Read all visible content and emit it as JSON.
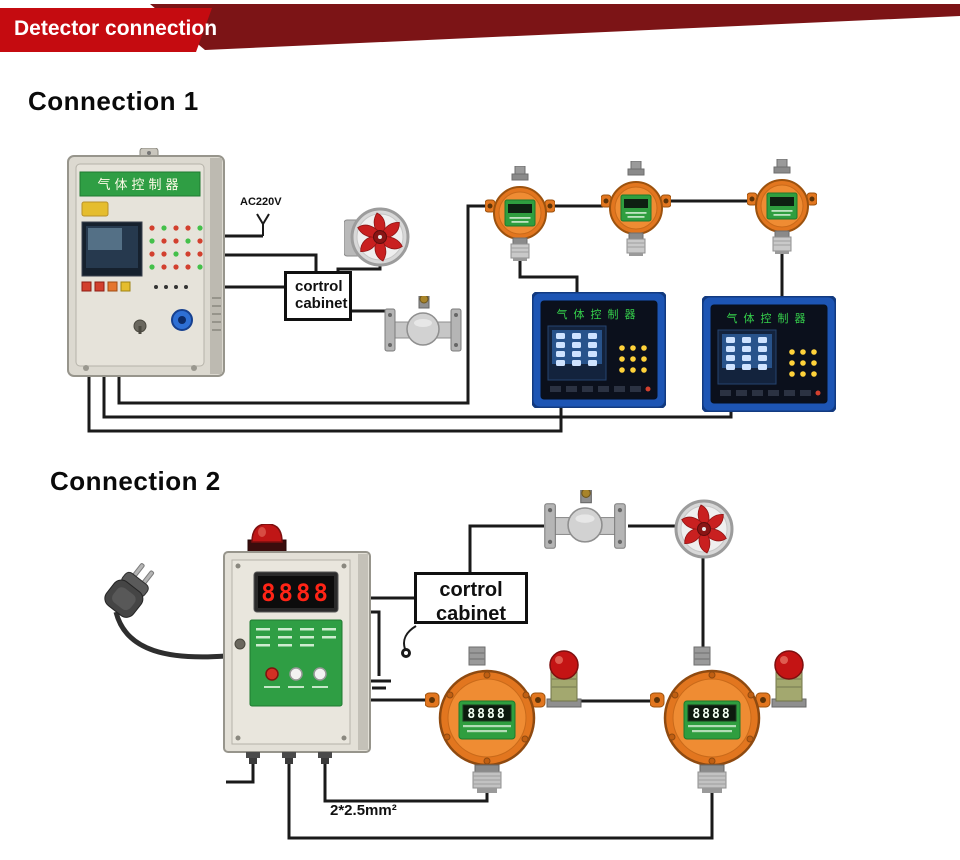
{
  "banner": {
    "title": "Detector connection"
  },
  "sections": {
    "connection1": "Connection 1",
    "connection2": "Connection 2"
  },
  "labels": {
    "ac_power": "AC220V",
    "cabinet1": {
      "line1": "cortrol",
      "line2": "cabinet"
    },
    "cabinet2": {
      "line1": "cortrol",
      "line2": "cabinet"
    },
    "wire_spec": "2*2.5mm²"
  },
  "devices": {
    "wall_controller": {
      "title": "气体控制器"
    },
    "blue_panel_1": {
      "title": "气体控制器"
    },
    "blue_panel_2": {
      "title": "气体控制器"
    },
    "alarm_controller": {
      "display": "8888"
    },
    "detector_large_1": {
      "display": "8888"
    },
    "detector_large_2": {
      "display": "8888"
    }
  },
  "colors": {
    "banner_red": "#c50b10",
    "ribbon_dark": "#7c1416",
    "detector_orange": "#e2761f",
    "panel_green": "#2f9e44",
    "panel_blue": "#1d55b4",
    "wire_black": "#1a1a1a",
    "led_red": "#ff2416"
  }
}
